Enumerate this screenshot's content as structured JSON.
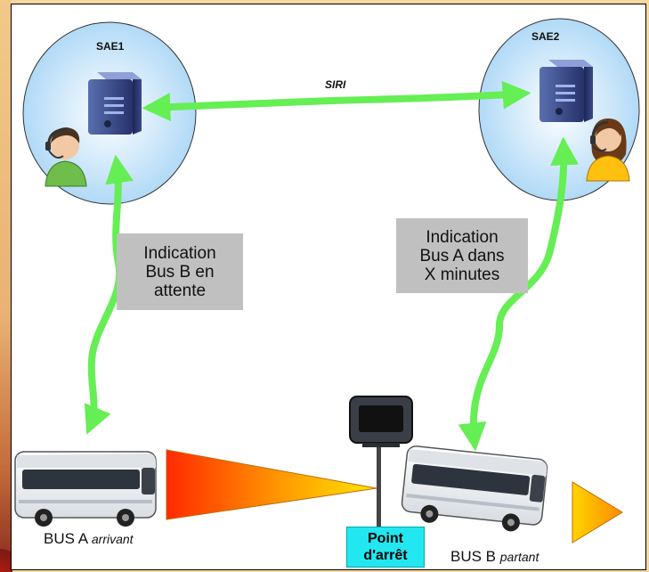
{
  "nodes": {
    "sae1": {
      "label": "SAE1"
    },
    "sae2": {
      "label": "SAE2"
    }
  },
  "link": {
    "label": "SIRI"
  },
  "info_left": {
    "lines": [
      "Indication",
      "Bus B en",
      "attente"
    ]
  },
  "info_right": {
    "lines": [
      "Indication",
      "Bus A dans",
      "X minutes"
    ]
  },
  "bus_a": {
    "name": "BUS A",
    "status": "arrivant"
  },
  "bus_b": {
    "name": "BUS B",
    "status": "partant"
  },
  "stop": {
    "lines": [
      "Point",
      "d'arrêt"
    ]
  },
  "colors": {
    "cloud_fill": "#bfe0f7",
    "arrow": "#66ee55",
    "info_box": "#c0c0c0",
    "stop_label": "#22e7f0",
    "server": "#2b3a7a"
  },
  "icons": [
    "server-icon",
    "operator-icon",
    "bus-icon",
    "display-panel-icon",
    "gradient-arrow-icon"
  ]
}
